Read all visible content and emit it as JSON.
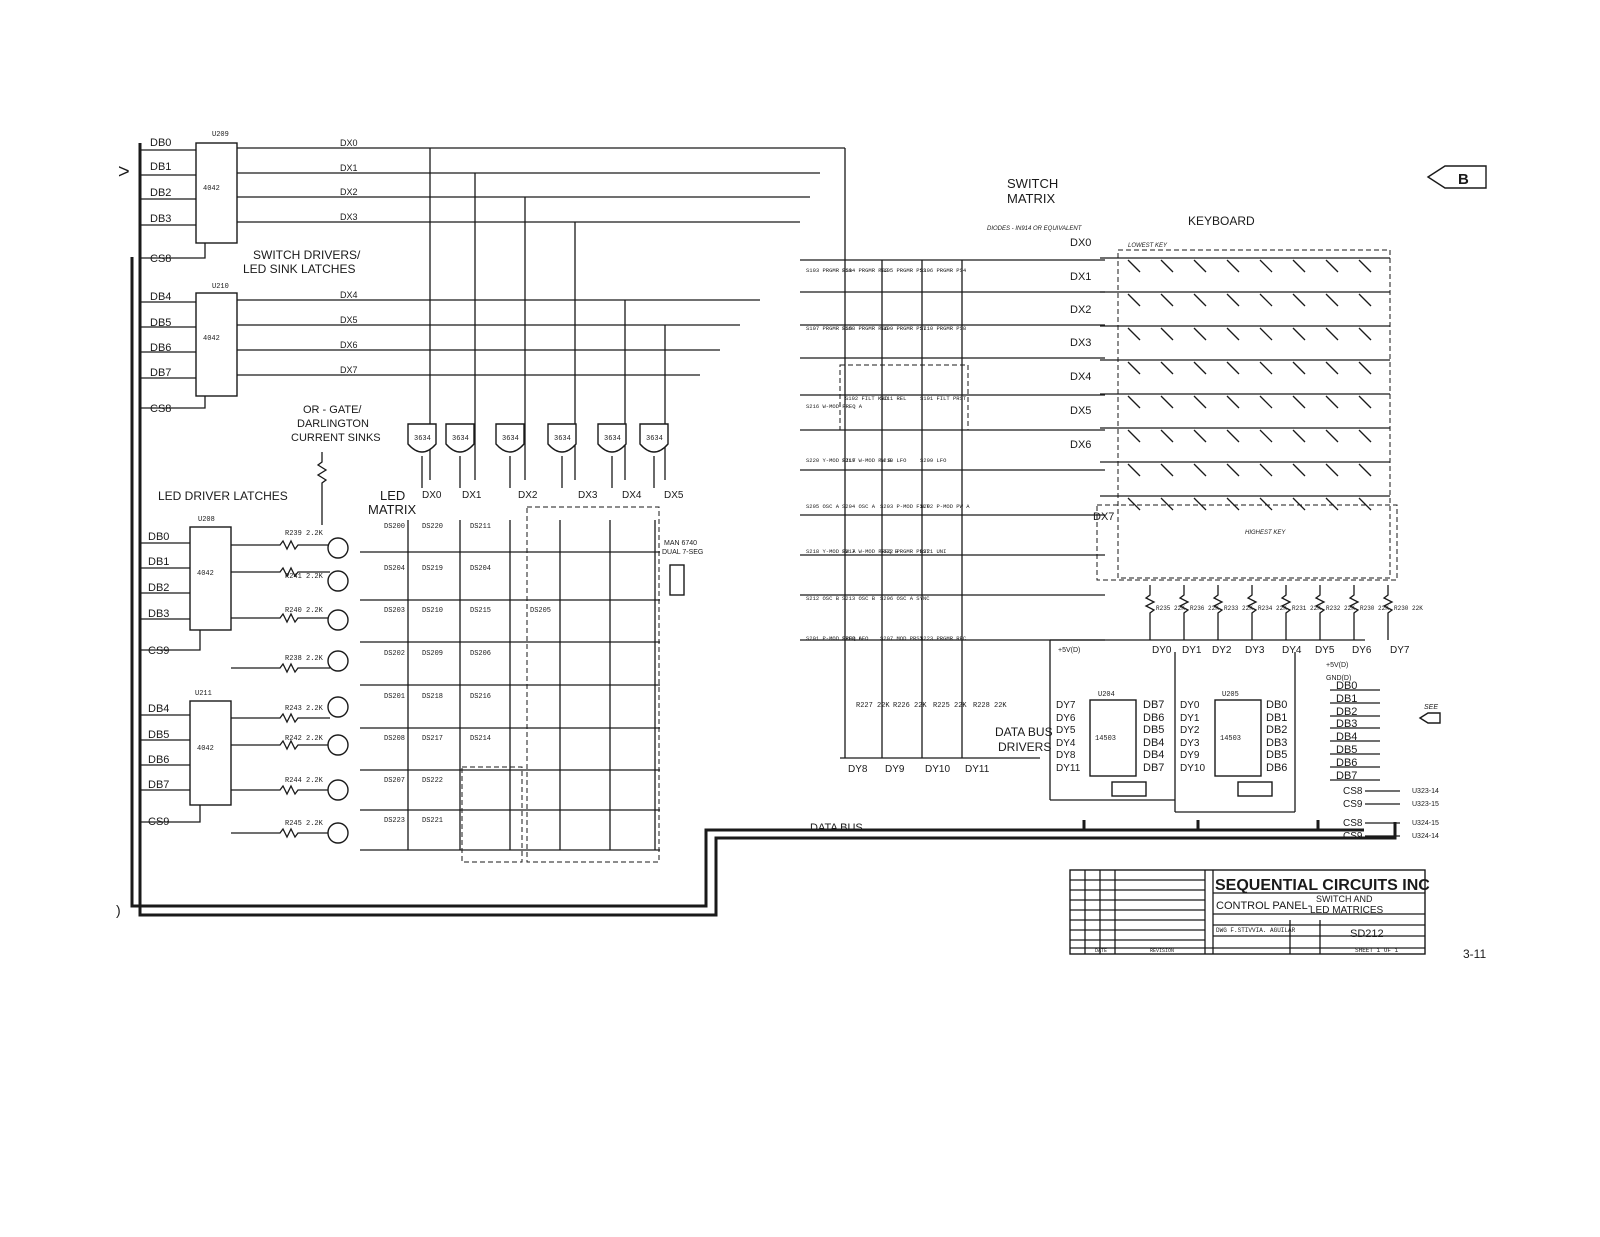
{
  "sheet": {
    "connector_left": ">",
    "connector_right": "B",
    "page_number": "3-11"
  },
  "titles": {
    "switch_drivers": "SWITCH DRIVERS/",
    "switch_drivers_2": "LED SINK LATCHES",
    "or_gate": "OR - GATE/",
    "or_gate_2": "DARLINGTON",
    "or_gate_3": "CURRENT SINKS",
    "led_driver_latches": "LED DRIVER LATCHES",
    "led_matrix": "LED",
    "led_matrix_2": "MATRIX",
    "switch_matrix": "SWITCH",
    "switch_matrix_2": "MATRIX",
    "keyboard": "KEYBOARD",
    "data_bus_drivers": "DATA BUS",
    "data_bus_drivers_2": "DRIVERS",
    "data_bus": "DATA BUS",
    "diodes_note": "DIODES - IN914 OR EQUIVALENT",
    "lowest_key": "LOWEST KEY",
    "highest_key": "HIGHEST KEY",
    "seven_seg": "MAN 6740",
    "seven_seg_2": "DUAL 7-SEG"
  },
  "chips": {
    "u209": "U209",
    "u210": "U210",
    "u208": "U208",
    "u211": "U211",
    "u204": "U204",
    "u205": "U205",
    "part_4042": "4042",
    "part_14503": "14503",
    "part_3634": "3634"
  },
  "bus_lines": {
    "db_top": [
      "DB0",
      "DB1",
      "DB2",
      "DB3"
    ],
    "cs8": "CS8",
    "db_mid": [
      "DB4",
      "DB5",
      "DB6",
      "DB7"
    ],
    "cs8b": "CS8",
    "db_led1": [
      "DB0",
      "DB1",
      "DB2",
      "DB3"
    ],
    "cs9": "CS9",
    "db_led2": [
      "DB4",
      "DB5",
      "DB6",
      "DB7"
    ],
    "cs9b": "CS9",
    "dx": [
      "DX0",
      "DX1",
      "DX2",
      "DX3",
      "DX4",
      "DX5",
      "DX6",
      "DX7"
    ],
    "dx_led": [
      "DX0",
      "DX1",
      "DX2",
      "DX3",
      "DX4",
      "DX5"
    ],
    "dy": [
      "DY0",
      "DY1",
      "DY2",
      "DY3",
      "DY4",
      "DY5",
      "DY6",
      "DY7"
    ],
    "dy_bottom": [
      "DY8",
      "DY9",
      "DY10",
      "DY11"
    ],
    "u204_in": [
      "DY7",
      "DY6",
      "DY5",
      "DY4",
      "DY8",
      "DY11"
    ],
    "u204_out": [
      "DB7",
      "DB6",
      "DB5",
      "DB4",
      "DB4",
      "DB7"
    ],
    "u205_in": [
      "DY0",
      "DY1",
      "DY2",
      "DY3",
      "DY9",
      "DY10"
    ],
    "u205_out": [
      "DB0",
      "DB1",
      "DB2",
      "DB3",
      "DB5",
      "DB6"
    ],
    "right_out": [
      "DB0",
      "DB1",
      "DB2",
      "DB3",
      "DB4",
      "DB5",
      "DB6",
      "DB7"
    ],
    "cs_right": [
      "CS8",
      "CS9",
      "CS8",
      "CS9"
    ],
    "cs_refs": [
      "U323-14",
      "U323-15",
      "U324-15",
      "U324-14"
    ],
    "plus5v": "+5V(D)",
    "gnd": "GND(D)",
    "see": "SEE"
  },
  "leds": [
    "DS200",
    "DS220",
    "DS211",
    "DS204",
    "DS219",
    "DS204",
    "DS203",
    "DS210",
    "DS215",
    "DS205",
    "DS202",
    "DS209",
    "DS206",
    "DS201",
    "DS218",
    "DS216",
    "DS208",
    "DS217",
    "DS214",
    "DS207",
    "DS222",
    "DS223",
    "DS221"
  ],
  "resistors": [
    "R239 2.2K",
    "R241 2.2K",
    "R240 2.2K",
    "R238 2.2K",
    "R243 2.2K",
    "R242 2.2K",
    "R244 2.2K",
    "R245 2.2K"
  ],
  "pullups": [
    "R235 22K",
    "R236 22K",
    "R233 22K",
    "R234 22K",
    "R231 22K",
    "R232 22K",
    "R230 22K",
    "R230 22K"
  ],
  "dy_pullups": [
    "R227 22K",
    "R226 22K",
    "R225 22K",
    "R228 22K"
  ],
  "switches": [
    "S103 PRGMR PS1",
    "S104 PRGMR PS2",
    "S105 PRGMR PS3",
    "S106 PRGMR PS4",
    "S107 PRGMR PS5",
    "S108 PRGMR PS6",
    "S109 PRGMR PS7",
    "S110 PRGMR PS8",
    "S216 W-MOD FREQ A",
    "S102 FILT KBD",
    "S111 REL",
    "S101 FILT PRST",
    "S220 Y-MOD FILT",
    "S219 W-MOD PW B",
    "S210 LFO",
    "S209 LFO",
    "S205 OSC A",
    "S204 OSC A",
    "S203 P-MOD FILT",
    "S202 P-MOD PW A",
    "S218 Y-MOD PW A",
    "S217 W-MOD FREQ B",
    "S222 PRGMR PRST",
    "S221 UNI",
    "S212 OSC B",
    "S213 OSC B",
    "S206 OSC A SYNC",
    "S201 P-MOD FREQ A",
    "S208 LFO",
    "S207 MOD PRST",
    "S223 PRGMR REC"
  ],
  "title_block": {
    "company": "SEQUENTIAL CIRCUITS INC",
    "title": "CONTROL PANEL-",
    "title_2": "SWITCH AND",
    "title_3": "LED MATRICES",
    "doc_number": "SD212",
    "sheet": "SHEET 1 OF 1",
    "drawn": "DWG F.STIVVIA. AGUILAR",
    "date_label": "DATE",
    "revision_label": "REVISION"
  }
}
